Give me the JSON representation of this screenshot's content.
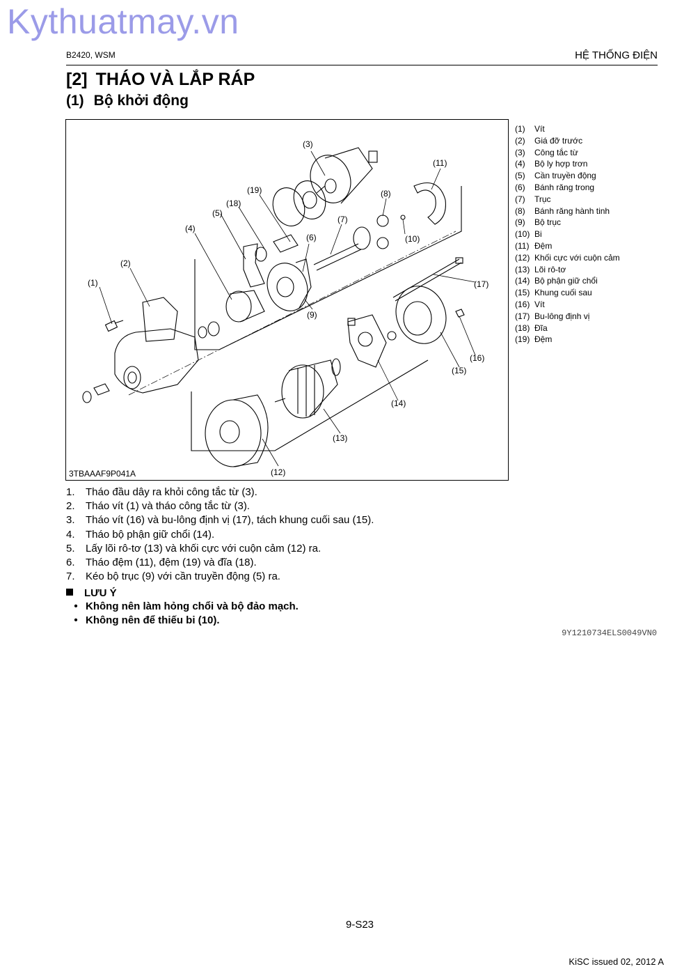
{
  "watermark": "Kythuatmay.vn",
  "header": {
    "left": "B2420, WSM",
    "right": "HỆ THỐNG ĐIỆN"
  },
  "section": {
    "number": "[2]",
    "title": "THÁO VÀ LẮP RÁP"
  },
  "subsection": {
    "number": "(1)",
    "title": "Bộ khởi động"
  },
  "figure": {
    "code": "3TBAAAF9P041A",
    "callouts": [
      "(1)",
      "(2)",
      "(3)",
      "(4)",
      "(5)",
      "(6)",
      "(7)",
      "(8)",
      "(9)",
      "(10)",
      "(11)",
      "(12)",
      "(13)",
      "(14)",
      "(15)",
      "(16)",
      "(17)",
      "(18)",
      "(19)"
    ]
  },
  "legend": [
    {
      "num": "(1)",
      "text": "Vít"
    },
    {
      "num": "(2)",
      "text": "Giá đỡ trước"
    },
    {
      "num": "(3)",
      "text": "Công tắc từ"
    },
    {
      "num": "(4)",
      "text": "Bộ ly hợp trơn"
    },
    {
      "num": "(5)",
      "text": "Cần truyền động"
    },
    {
      "num": "(6)",
      "text": "Bánh răng trong"
    },
    {
      "num": "(7)",
      "text": "Trục"
    },
    {
      "num": "(8)",
      "text": "Bánh răng hành tinh"
    },
    {
      "num": "(9)",
      "text": "Bộ trục"
    },
    {
      "num": "(10)",
      "text": "Bi"
    },
    {
      "num": "(11)",
      "text": "Đệm"
    },
    {
      "num": "(12)",
      "text": "Khối cực với cuộn cảm"
    },
    {
      "num": "(13)",
      "text": "Lõi rô-tơ"
    },
    {
      "num": "(14)",
      "text": "Bộ phận giữ chổi"
    },
    {
      "num": "(15)",
      "text": "Khung cuối sau"
    },
    {
      "num": "(16)",
      "text": "Vít"
    },
    {
      "num": "(17)",
      "text": "Bu-lông định vị"
    },
    {
      "num": "(18)",
      "text": "Đĩa"
    },
    {
      "num": "(19)",
      "text": "Đệm"
    }
  ],
  "steps": [
    {
      "num": "1.",
      "text": "Tháo đầu dây ra khỏi công tắc từ (3)."
    },
    {
      "num": "2.",
      "text": "Tháo vít (1) và tháo công tắc từ (3)."
    },
    {
      "num": "3.",
      "text": "Tháo vít (16) và bu-lông định vị (17), tách khung cuối sau (15)."
    },
    {
      "num": "4.",
      "text": "Tháo bộ phận giữ chổi (14)."
    },
    {
      "num": "5.",
      "text": "Lấy lõi rô-tơ (13) và khối cực với cuộn cảm (12) ra."
    },
    {
      "num": "6.",
      "text": "Tháo đệm (11), đệm (19) và đĩa (18)."
    },
    {
      "num": "7.",
      "text": "Kéo bộ trục (9) với cần truyền động (5) ra."
    }
  ],
  "note": {
    "heading": "LƯU Ý",
    "items": [
      {
        "bullet": "•",
        "text": "Không nên làm hỏng chổi và bộ đảo mạch."
      },
      {
        "bullet": "•",
        "text": "Không nên để thiếu bi (10)."
      }
    ]
  },
  "doc_code": "9Y1210734ELS0049VN0",
  "page_number": "9-S23",
  "issued": "KiSC issued 02, 2012 A"
}
